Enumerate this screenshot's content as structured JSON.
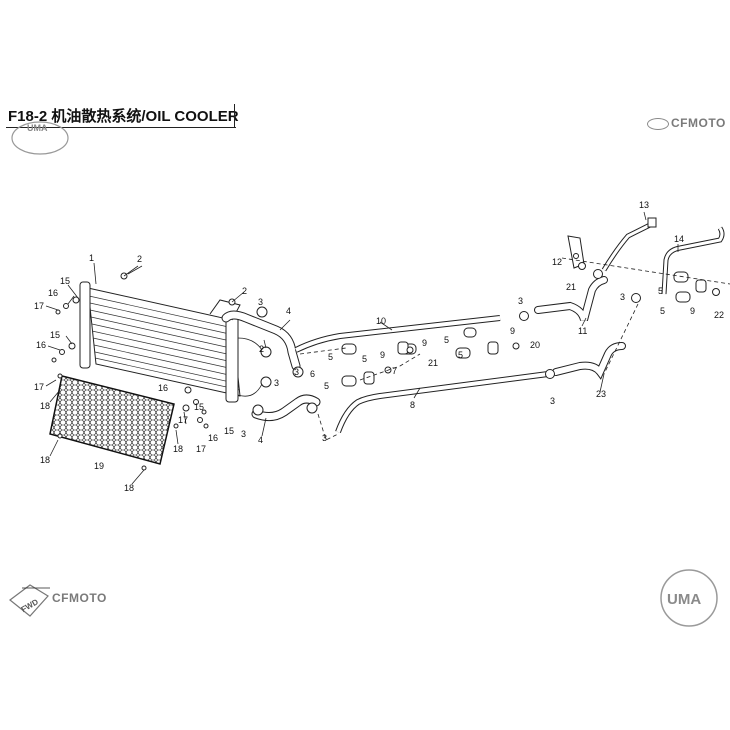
{
  "header": {
    "title": "F18-2 机油散热系统/OIL COOLER",
    "brand_top_right": "CFMOTO",
    "brand_bottom_left": "CFMOTO",
    "badge_top_left": "UMA",
    "badge_bottom_right": "UMA",
    "fwd_label": "FWD"
  },
  "callouts": [
    {
      "id": "c1",
      "text": "1"
    },
    {
      "id": "c2a",
      "text": "2"
    },
    {
      "id": "c2b",
      "text": "2"
    },
    {
      "id": "c2c",
      "text": "2"
    },
    {
      "id": "c15a",
      "text": "15"
    },
    {
      "id": "c16a",
      "text": "16"
    },
    {
      "id": "c17a",
      "text": "17"
    },
    {
      "id": "c15b",
      "text": "15"
    },
    {
      "id": "c16b",
      "text": "16"
    },
    {
      "id": "c17b",
      "text": "17"
    },
    {
      "id": "c18a",
      "text": "18"
    },
    {
      "id": "c18b",
      "text": "18"
    },
    {
      "id": "c18c",
      "text": "18"
    },
    {
      "id": "c18d",
      "text": "18"
    },
    {
      "id": "c19",
      "text": "19"
    },
    {
      "id": "c16c",
      "text": "16"
    },
    {
      "id": "c15c",
      "text": "15"
    },
    {
      "id": "c17c",
      "text": "17"
    },
    {
      "id": "c17d",
      "text": "17"
    },
    {
      "id": "c16d",
      "text": "16"
    },
    {
      "id": "c15d",
      "text": "15"
    },
    {
      "id": "c3a",
      "text": "3"
    },
    {
      "id": "c3b",
      "text": "3"
    },
    {
      "id": "c3c",
      "text": "3"
    },
    {
      "id": "c3d",
      "text": "3"
    },
    {
      "id": "c4a",
      "text": "4"
    },
    {
      "id": "c4b",
      "text": "4"
    },
    {
      "id": "c6",
      "text": "6"
    },
    {
      "id": "c10",
      "text": "10"
    },
    {
      "id": "c5a",
      "text": "5"
    },
    {
      "id": "c9a",
      "text": "9"
    },
    {
      "id": "c7",
      "text": "7"
    },
    {
      "id": "c5b",
      "text": "5"
    },
    {
      "id": "c9b",
      "text": "9"
    },
    {
      "id": "c21a",
      "text": "21"
    },
    {
      "id": "c5c",
      "text": "5"
    },
    {
      "id": "c9c",
      "text": "9"
    },
    {
      "id": "c20",
      "text": "20"
    },
    {
      "id": "c3e",
      "text": "3"
    },
    {
      "id": "c8",
      "text": "8"
    },
    {
      "id": "c3f",
      "text": "3"
    },
    {
      "id": "c3g",
      "text": "3"
    },
    {
      "id": "c11",
      "text": "11"
    },
    {
      "id": "c23",
      "text": "23"
    },
    {
      "id": "c12",
      "text": "12"
    },
    {
      "id": "c21b",
      "text": "21"
    },
    {
      "id": "c13",
      "text": "13"
    },
    {
      "id": "c14",
      "text": "14"
    },
    {
      "id": "c3h",
      "text": "3"
    },
    {
      "id": "c5d",
      "text": "5"
    },
    {
      "id": "c5e",
      "text": "5"
    },
    {
      "id": "c9d",
      "text": "9"
    },
    {
      "id": "c22",
      "text": "22"
    },
    {
      "id": "c5f",
      "text": "5"
    },
    {
      "id": "c5g",
      "text": "5"
    }
  ]
}
